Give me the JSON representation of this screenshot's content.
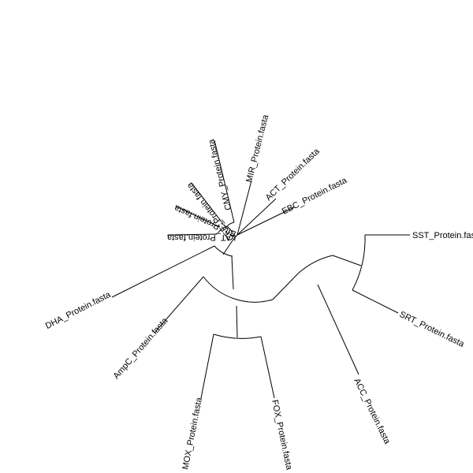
{
  "tree": {
    "type": "circular-phylogram",
    "line_color": "#000000",
    "taxa": [
      "SST_Protein.fasta",
      "SRT_Protein.fasta",
      "ACC_Protein.fasta",
      "FOX_Protein.fasta",
      "MOX_Protein.fasta",
      "AmpC_Protein.fasta",
      "DHA_Protein.fasta",
      "LAT_Protein.fasta",
      "BIL_Protein.fasta",
      "CFE_Protein.fasta",
      "CMY_Protein.fasta",
      "MIR_Protein.fasta",
      "ACT_Protein.fasta",
      "EBC_Protein.fasta"
    ]
  }
}
